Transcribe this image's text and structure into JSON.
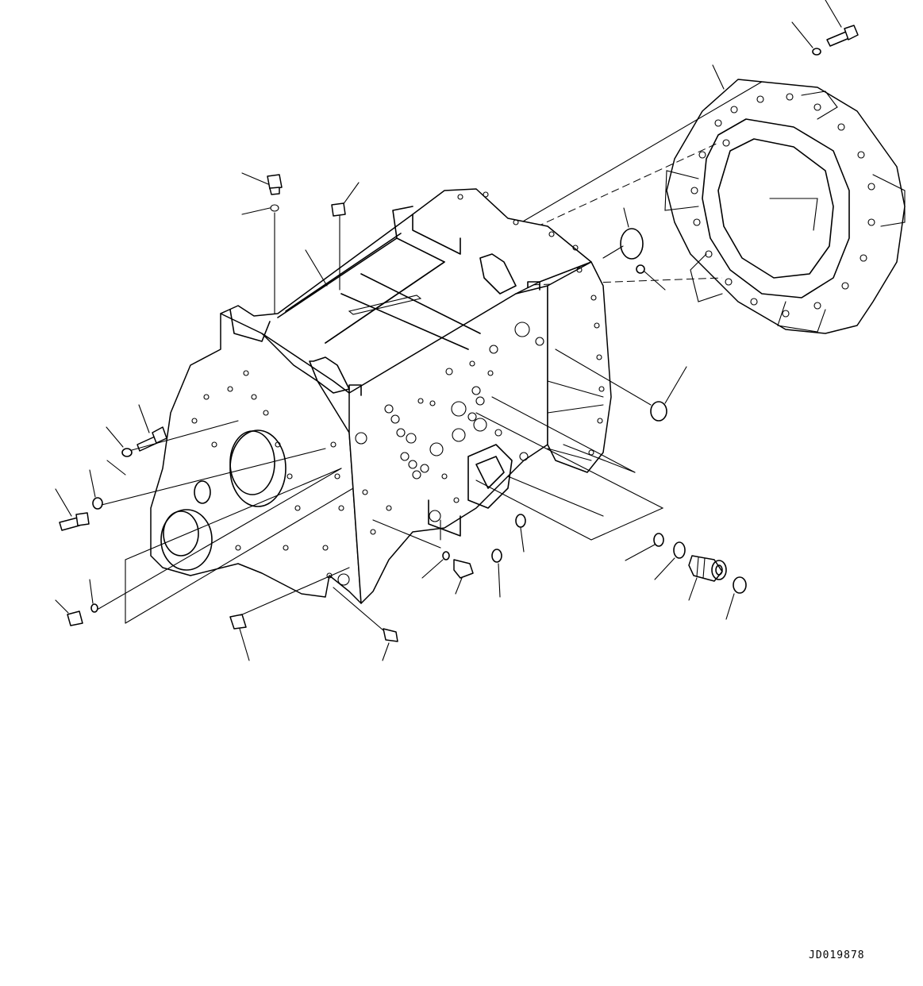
{
  "drawing": {
    "reference_code": "JD019878"
  },
  "parts": [
    {
      "name": "transmission-case"
    },
    {
      "name": "rear-cover"
    },
    {
      "name": "flange-bolts"
    },
    {
      "name": "plugs"
    },
    {
      "name": "o-rings"
    },
    {
      "name": "relief-valve"
    },
    {
      "name": "mounting-bolts"
    },
    {
      "name": "washers"
    }
  ]
}
